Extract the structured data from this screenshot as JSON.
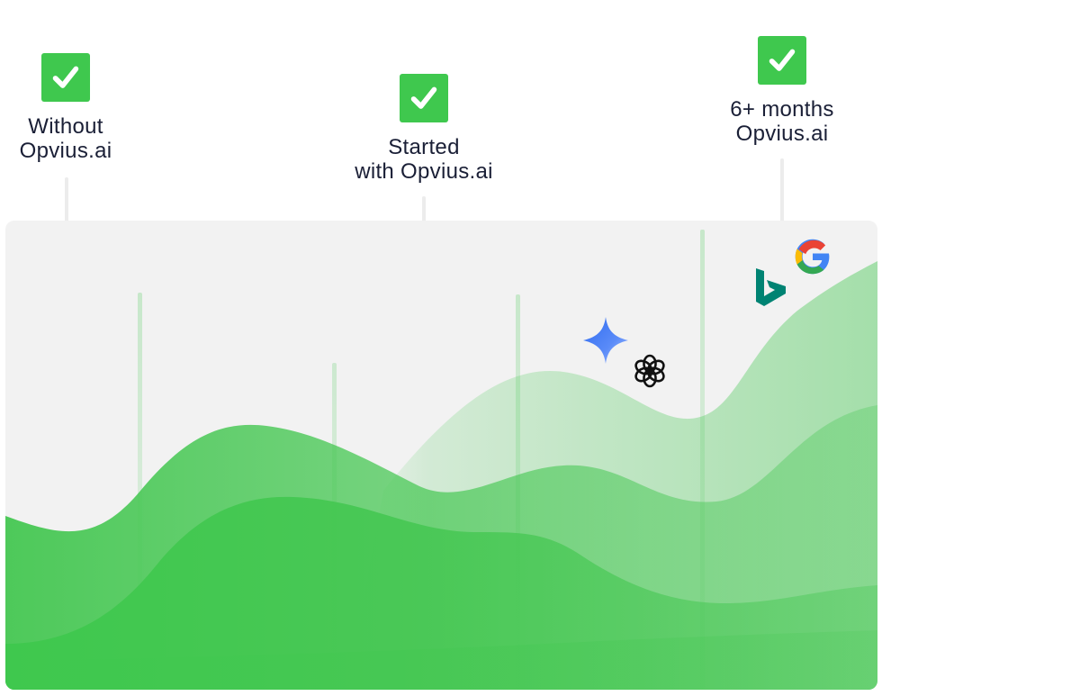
{
  "milestones": [
    {
      "label": "Without\nOpvius.ai",
      "icon": "checkmark-icon"
    },
    {
      "label": "Started\nwith Opvius.ai",
      "icon": "checkmark-icon"
    },
    {
      "label": "6+ months\nOpvius.ai",
      "icon": "checkmark-icon"
    }
  ],
  "brand_icons": [
    "gemini-icon",
    "chatgpt-icon",
    "bing-icon",
    "google-icon"
  ],
  "colors": {
    "check_green": "#3fc84e",
    "wave_green": "#45c752",
    "panel_bg": "#f2f2f2",
    "label_text": "#1a1f36",
    "bing_teal": "#008373",
    "gemini_blue": "#4b7bf5"
  }
}
